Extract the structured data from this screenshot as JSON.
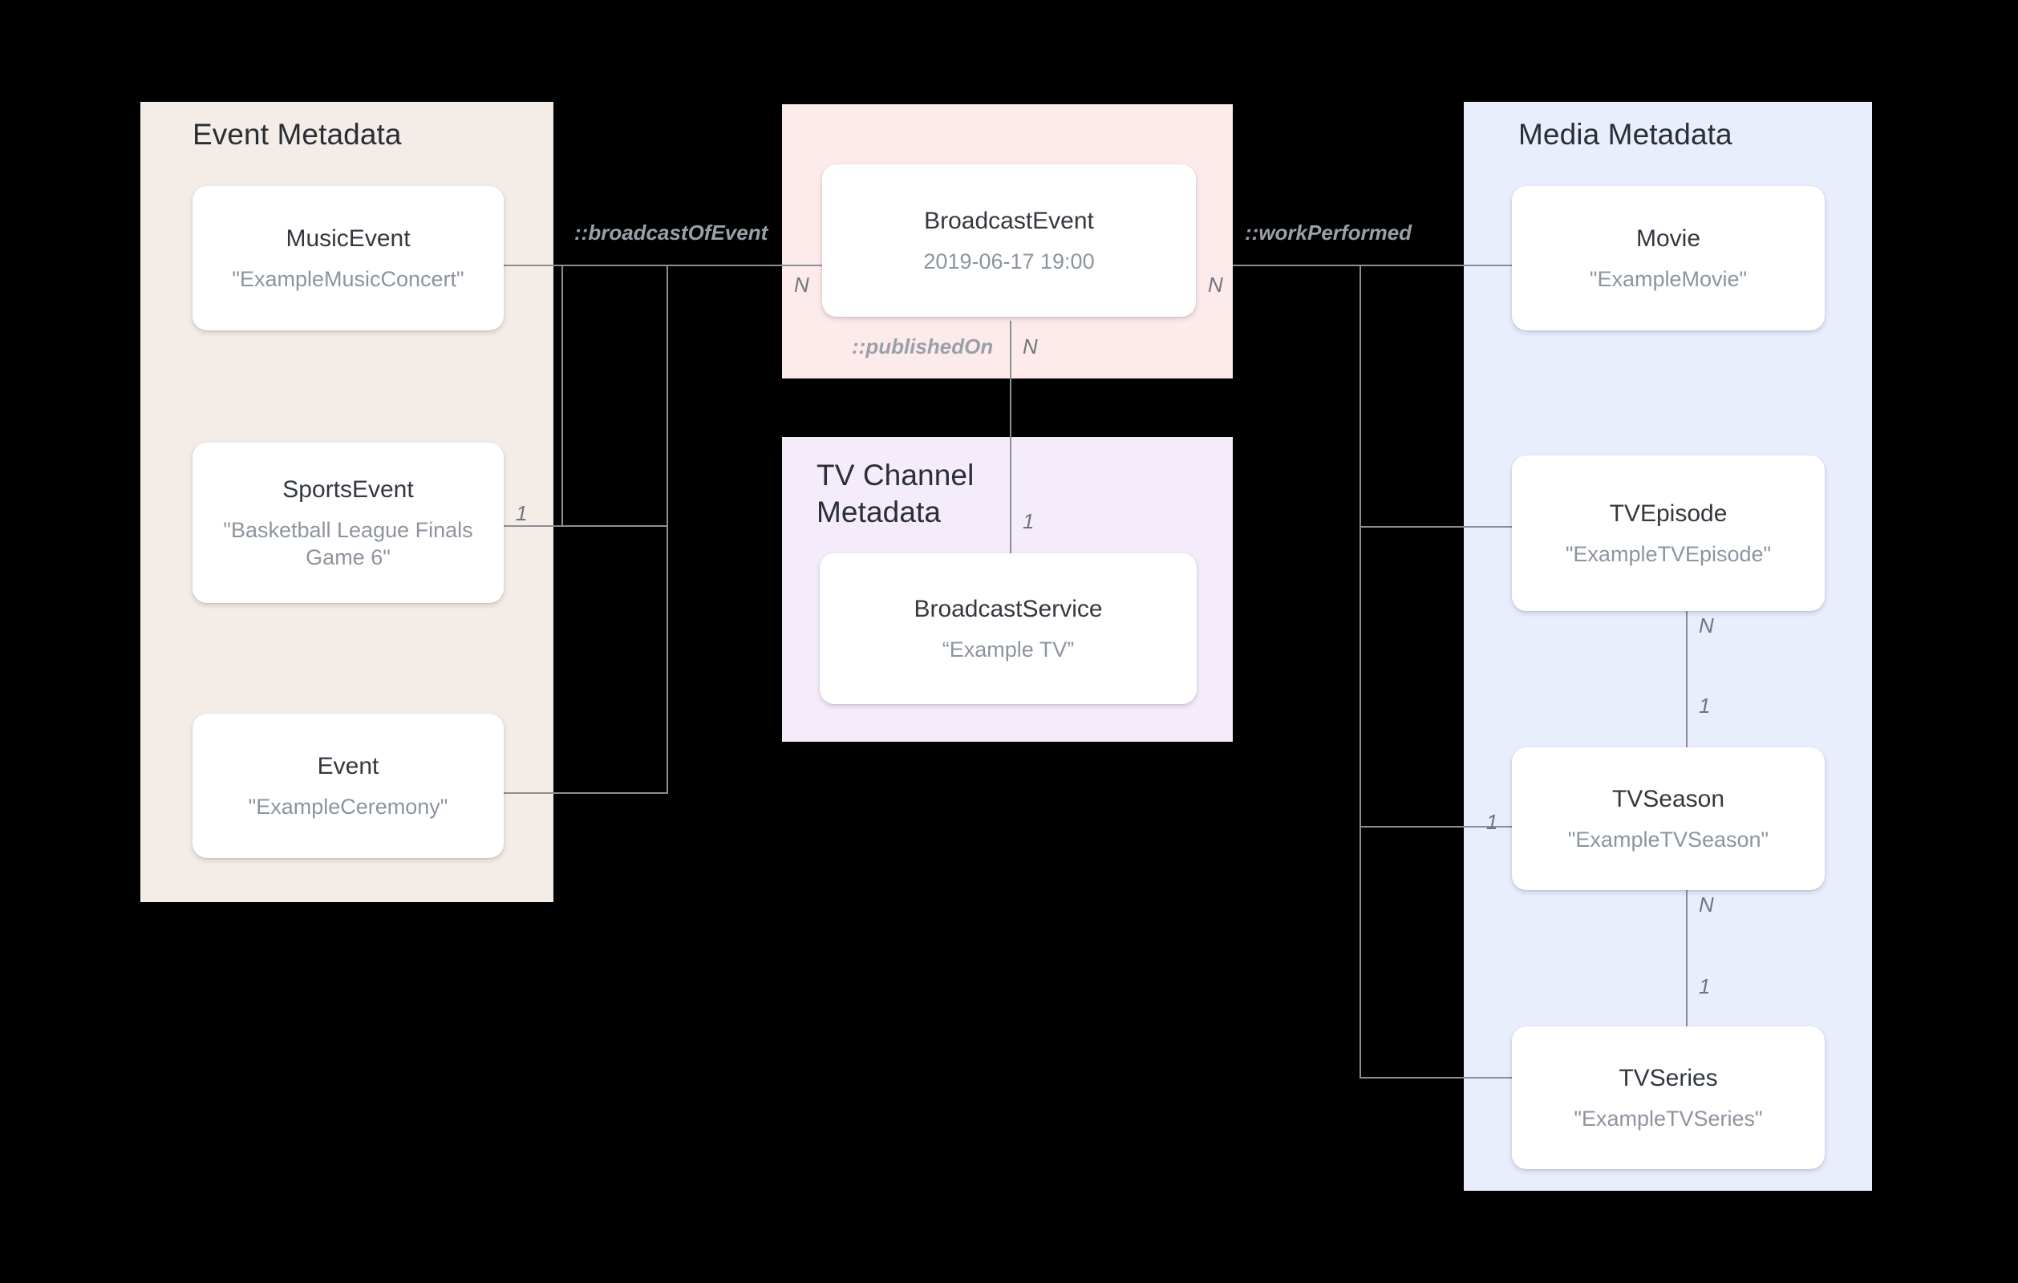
{
  "diagram": {
    "panels": [
      {
        "id": "event-metadata",
        "title": "Event Metadata",
        "color": "#f4ece6"
      },
      {
        "id": "broadcast-event",
        "title": "",
        "color": "#fdeaea"
      },
      {
        "id": "tv-channel",
        "title": "TV Channel\nMetadata",
        "color": "#f4ecfa"
      },
      {
        "id": "media-metadata",
        "title": "Media Metadata",
        "color": "#e8eefc"
      }
    ],
    "nodes": [
      {
        "id": "music-event",
        "title": "MusicEvent",
        "subtitle": "\"ExampleMusicConcert\""
      },
      {
        "id": "sports-event",
        "title": "SportsEvent",
        "subtitle": "\"Basketball League Finals Game 6\""
      },
      {
        "id": "event",
        "title": "Event",
        "subtitle": "\"ExampleCeremony\""
      },
      {
        "id": "broadcast-event",
        "title": "BroadcastEvent",
        "subtitle": "2019-06-17 19:00"
      },
      {
        "id": "broadcast-service",
        "title": "BroadcastService",
        "subtitle": "“Example TV”"
      },
      {
        "id": "movie",
        "title": "Movie",
        "subtitle": "\"ExampleMovie\""
      },
      {
        "id": "tv-episode",
        "title": "TVEpisode",
        "subtitle": "\"ExampleTVEpisode\""
      },
      {
        "id": "tv-season",
        "title": "TVSeason",
        "subtitle": "\"ExampleTVSeason\""
      },
      {
        "id": "tv-series",
        "title": "TVSeries",
        "subtitle": "\"ExampleTVSeries\""
      }
    ],
    "relations": [
      {
        "id": "broadcast-of-event",
        "label": "::broadcastOfEvent"
      },
      {
        "id": "published-on",
        "label": "::publishedOn"
      },
      {
        "id": "work-performed",
        "label": "::workPerformed"
      }
    ],
    "cardinalities": {
      "broadcast_event_left": "N",
      "sports_event_right": "1",
      "published_on_top": "N",
      "broadcast_service_top": "1",
      "broadcast_event_right": "N",
      "tv_episode_bottom": "N",
      "tv_season_top": "1",
      "tv_season_left": "1",
      "tv_season_bottom": "N",
      "tv_series_top": "1"
    }
  }
}
